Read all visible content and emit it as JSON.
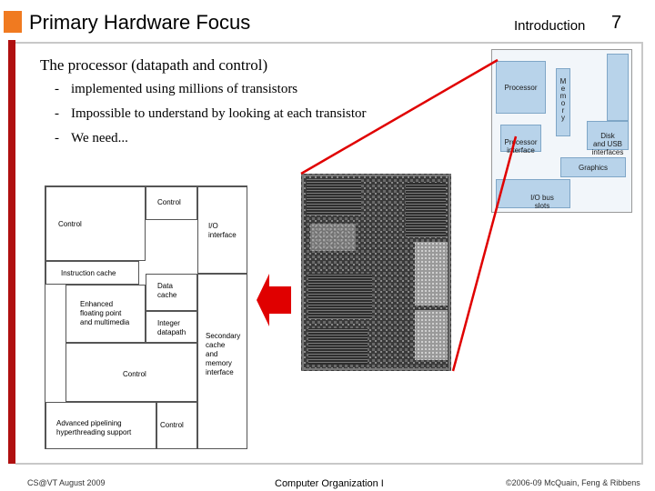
{
  "header": {
    "title": "Primary Hardware Focus",
    "section": "Introduction",
    "slide_number": "7"
  },
  "content": {
    "heading": "The processor (datapath and control)",
    "bullets": [
      "implemented using millions of transistors",
      "Impossible to understand by looking at each transistor",
      "We need..."
    ]
  },
  "die_diagram": {
    "blocks": {
      "control_top": "Control",
      "control_left": "Control",
      "io_interface": "I/O\ninterface",
      "instruction_cache": "Instruction cache",
      "data_cache": "Data\ncache",
      "enhanced_fp": "Enhanced\nfloating point\nand multimedia",
      "integer_datapath": "Integer\ndatapath",
      "secondary_cache": "Secondary\ncache\nand\nmemory\ninterface",
      "control_mid": "Control",
      "advanced_pipelining": "Advanced pipelining\nhyperthreading support",
      "control_bottom": "Control"
    }
  },
  "pc_diagram": {
    "processor": "Processor",
    "memory": "M\ne\nm\no\nr\ny",
    "processor_interface": "Processor\ninterface",
    "disk_usb": "Disk\nand USB\ninterfaces",
    "graphics": "Graphics",
    "io_bus": "I/O bus\nslots"
  },
  "colors": {
    "accent_orange": "#f07a20",
    "bar_red": "#b01010",
    "arrow_red": "#e00000"
  },
  "footer": {
    "left": "CS@VT August 2009",
    "middle": "Computer Organization I",
    "right": "©2006-09  McQuain, Feng & Ribbens"
  }
}
